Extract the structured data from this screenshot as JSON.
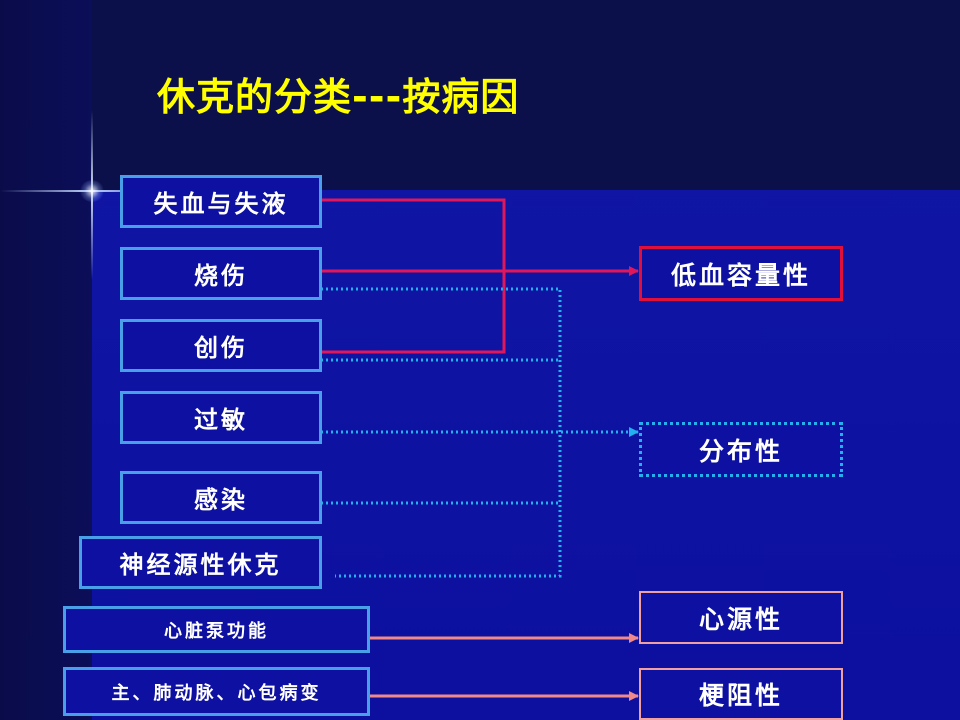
{
  "title": "休克的分类---按病因",
  "causes": [
    {
      "label": "失血与失液"
    },
    {
      "label": "烧伤"
    },
    {
      "label": "创伤"
    },
    {
      "label": "过敏"
    },
    {
      "label": "感染"
    },
    {
      "label": "神经源性休克"
    },
    {
      "label": "心脏泵功能"
    },
    {
      "label": "主、肺动脉、心包病变"
    }
  ],
  "types": [
    {
      "label": "低血容量性"
    },
    {
      "label": "分布性"
    },
    {
      "label": "心源性"
    },
    {
      "label": "梗阻性"
    }
  ],
  "colors": {
    "title": "#ffff00",
    "cause_border": "#49a0e8",
    "hypovolemic_line": "#e0175a",
    "distributive_line": "#22b0ee",
    "cardio_line": "#f08a8a",
    "hypovolemic_border": "#e0103a"
  }
}
